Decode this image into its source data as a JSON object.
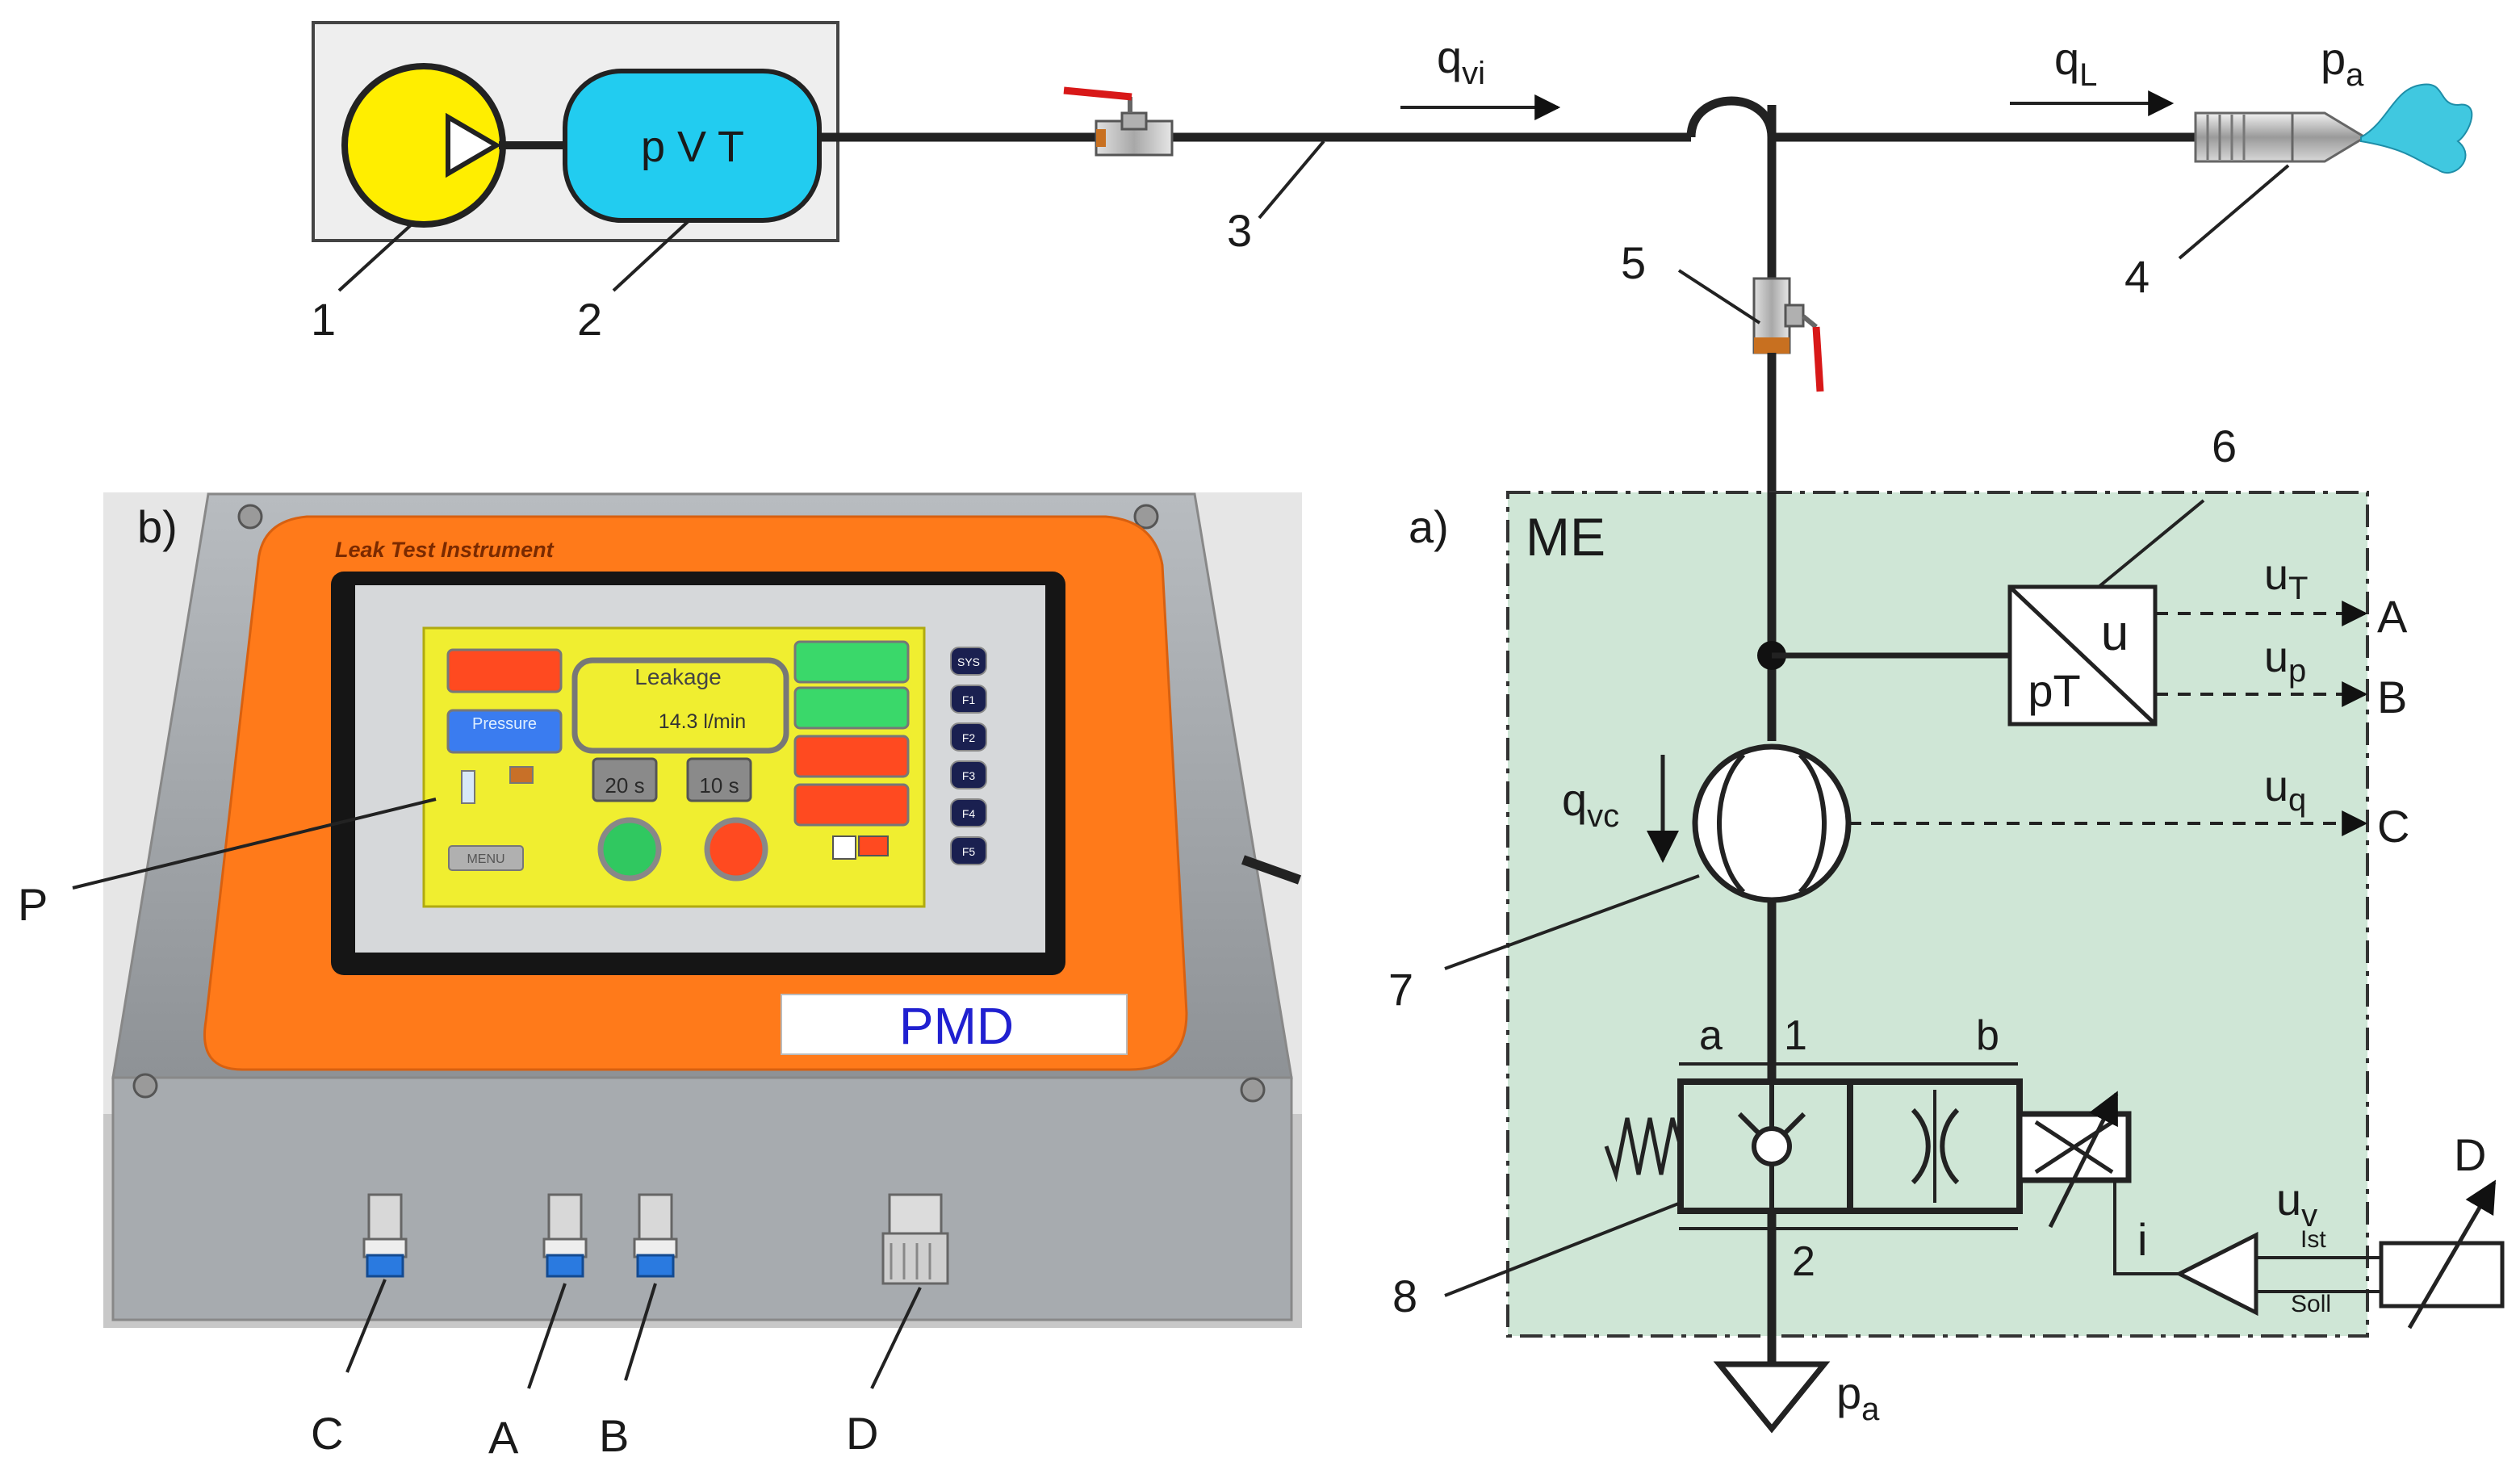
{
  "components": {
    "pump_label": "1",
    "tank_label": "2",
    "tank_text": "p V T",
    "pipe_label": "3",
    "nozzle_label": "4",
    "valve_label": "5",
    "sensor_label": "6",
    "flowmeter_label": "7",
    "valve_block_label": "8"
  },
  "flows": {
    "qvi_main": "q",
    "qvi_sub": "vi",
    "qL_main": "q",
    "qL_sub": "L",
    "pa_main": "p",
    "pa_sub": "a",
    "qvc_main": "q",
    "qvc_sub": "vc"
  },
  "panel_a": {
    "label": "a)",
    "title": "ME",
    "sensor_u": "u",
    "sensor_pT": "pT",
    "uT_main": "u",
    "uT_sub": "T",
    "up_main": "u",
    "up_sub": "p",
    "uq_main": "u",
    "uq_sub": "q",
    "out_A": "A",
    "out_B": "B",
    "out_C": "C",
    "port_a": "a",
    "port_1": "1",
    "port_b": "b",
    "port_2": "2",
    "current_i": "i",
    "uv_main": "u",
    "uv_sub": "v",
    "ist": "Ist",
    "soll": "Soll",
    "D": "D",
    "exhaust_main": "p",
    "exhaust_sub": "a"
  },
  "panel_b": {
    "label": "b)",
    "instrument_title": "Leak Test Instrument",
    "leakage_label": "Leakage",
    "leakage_value": "14.3 l/min",
    "pressure_label": "Pressure",
    "timer1": "20 s",
    "timer2": "10 s",
    "menu": "MENU",
    "side_keys": [
      "SYS",
      "F1",
      "F2",
      "F3",
      "F4",
      "F5"
    ],
    "brand": "PMD",
    "pointer_P": "P",
    "port_C": "C",
    "port_A": "A",
    "port_B": "B",
    "port_D": "D"
  },
  "colors": {
    "pump_fill": "#ffee00",
    "tank_fill": "#22ccf0",
    "me_fill": "#cfe6d6",
    "orange": "#ff7a1a",
    "screen_yellow": "#f0ee30",
    "brand_blue": "#2020d0",
    "spray": "#40c8e0"
  }
}
